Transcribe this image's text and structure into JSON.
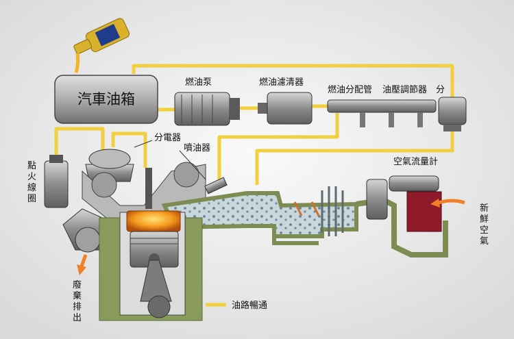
{
  "labels": {
    "tank": "汽車油箱",
    "pump": "燃油泵",
    "filter": "燃油濾清器",
    "rail": "燃油分配管",
    "regulator": "油壓調節器",
    "regulator_suffix": "分",
    "distributor": "分電器",
    "injector": "噴油器",
    "ignition_coil": [
      "點",
      "火",
      "線",
      "圈"
    ],
    "airflow_meter": "空氣流量計",
    "fresh_air": [
      "新",
      "鮮",
      "空",
      "氣"
    ],
    "exhaust": [
      "廢",
      "棄",
      "排",
      "出"
    ],
    "fuel_clear": "油路暢通"
  },
  "colors": {
    "fuel_line": "#f2cf3e",
    "manifold": "#8a9a5b",
    "manifold_fill": "#cfd8dc",
    "metal": "#9a9a9a",
    "chamber_fire": "#f5a623",
    "air_filter": "#8e1a2a",
    "arrow": "#f07f28"
  },
  "icons": [
    "bottle-icon",
    "fuel-tank-icon",
    "fuel-pump-icon",
    "fuel-filter-icon",
    "fuel-rail-icon",
    "pressure-regulator-icon",
    "distributor-icon",
    "injector-icon",
    "ignition-coil-icon",
    "airflow-meter-icon",
    "piston-icon",
    "arrow-icon"
  ]
}
